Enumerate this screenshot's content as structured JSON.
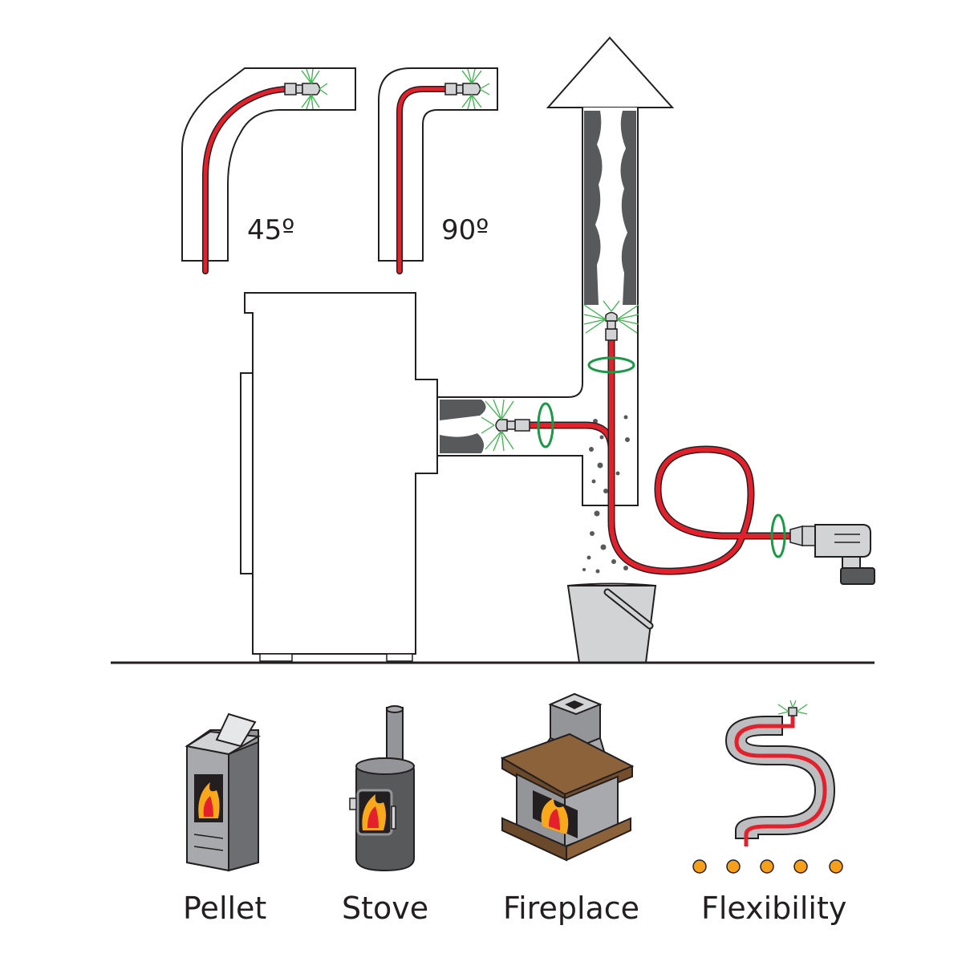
{
  "bend_labels": {
    "angle_45": "45º",
    "angle_90": "90º"
  },
  "applications": [
    {
      "label": "Pellet",
      "icon": "pellet-stove-icon"
    },
    {
      "label": "Stove",
      "icon": "wood-stove-icon"
    },
    {
      "label": "Fireplace",
      "icon": "fireplace-icon"
    },
    {
      "label": "Flexibility",
      "icon": "flexible-rod-icon"
    }
  ],
  "colors": {
    "rod": "#e3202b",
    "brush": "#39b54a",
    "spin_arrow": "#1a9a47",
    "soot": "#58595b",
    "outline": "#231f20",
    "bucket": "#d1d3d4",
    "flame": "#f7a81b",
    "wood_frame": "#8b6239",
    "dots": "#f6a01a"
  }
}
